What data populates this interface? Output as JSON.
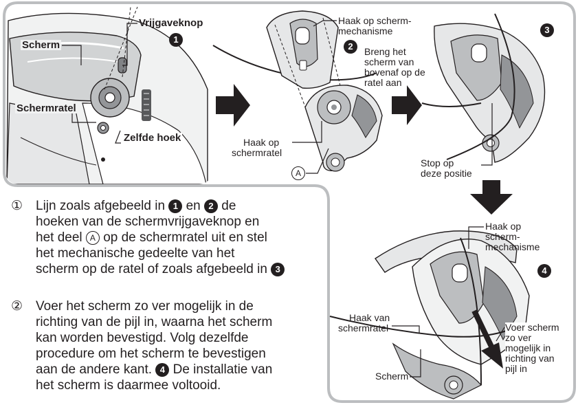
{
  "labels": {
    "vrijgaveknop": "Vrijgaveknop",
    "scherm_top": "Scherm",
    "schermratel": "Schermratel",
    "zelfde_hoek": "Zelfde hoek",
    "haak_op_scherm_mech_1": "Haak op scherm-",
    "haak_op_scherm_mech_2": "mechanisme",
    "breng_het_1": "Breng het",
    "breng_het_2": "scherm van",
    "breng_het_3": "bovenaf op de",
    "breng_het_4": "ratel aan",
    "haak_op_schermratel_1": "Haak op",
    "haak_op_schermratel_2": "schermratel",
    "stop_1": "Stop op",
    "stop_2": "deze positie",
    "haak_mech_b_1": "Haak op",
    "haak_mech_b_2": "scherm-",
    "haak_mech_b_3": "mechanisme",
    "haak_van_1": "Haak van",
    "haak_van_2": "schermratel",
    "voer_1": "Voer scherm",
    "voer_2": "zo ver",
    "voer_3": "mogelijk in",
    "voer_4": "richting van",
    "voer_5": "pijl in",
    "scherm_bottom": "Scherm",
    "part_a": "A"
  },
  "step_numbers": [
    "1",
    "2",
    "3",
    "4"
  ],
  "instructions": {
    "step1": {
      "mark": "①",
      "line1_a": "Lijn zoals afgebeeld in",
      "line1_b": "en",
      "line1_c": "de",
      "line2": "hoeken van de schermvrijgaveknop en",
      "line3_a": "het deel",
      "line3_b": "op de schermratel uit en stel",
      "line4": "het mechanische gedeelte van het",
      "line5": "scherm op de ratel of zoals afgebeeld in"
    },
    "step2": {
      "mark": "②",
      "line1": "Voer het scherm zo ver mogelijk in de",
      "line2": "richting van de pijl in, waarna het scherm",
      "line3": "kan worden bevestigd. Volg dezelfde",
      "line4": "procedure om het scherm te bevestigen",
      "line5": "aan de andere kant.",
      "line5_b": "De installatie van",
      "line6": "het scherm is daarmee voltooid."
    }
  },
  "colors": {
    "frame": "#bcbec0",
    "ink": "#231f20",
    "grey_light": "#e6e7e8",
    "grey_mid": "#c7c8ca",
    "grey_dark": "#939598"
  }
}
